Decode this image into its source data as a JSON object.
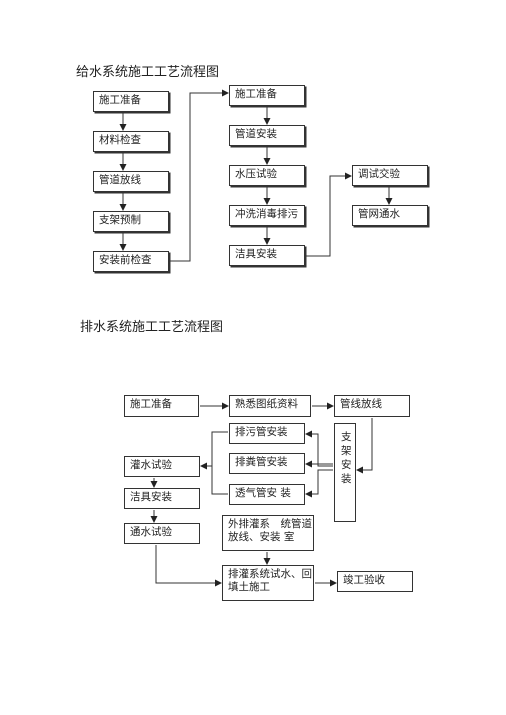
{
  "supply": {
    "title": "给水系统施工工艺流程图",
    "col1": [
      "施工准备",
      "材料检查",
      "管道放线",
      "支架预制",
      "安装前检查"
    ],
    "col2": [
      "施工准备",
      "管道安装",
      "水压试验",
      "冲洗消毒排污",
      "洁具安装"
    ],
    "col3": [
      "调试交验",
      "管网通水"
    ]
  },
  "drain": {
    "title": "排水系统施工工艺流程图",
    "top_row": [
      "施工准备",
      "熟悉图纸资料",
      "管线放线"
    ],
    "support": "支架安装",
    "pipes": [
      "排污管安装",
      "排粪管安装",
      "透气管安 装"
    ],
    "left_col": [
      "灌水试验",
      "洁具安装",
      "通水试验"
    ],
    "outer": "外排灌系　统管道放线、安装 室",
    "system": "排灌系统试水、回填土施工",
    "final": "竣工验收"
  }
}
